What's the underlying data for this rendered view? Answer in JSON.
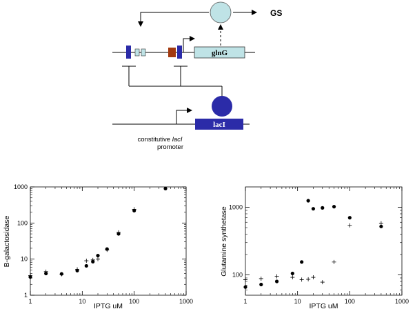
{
  "diagram": {
    "output_label": "GS",
    "gene_label": "glnG",
    "repressor_gene_label": "lacI",
    "promoter_caption_prefix": "constitutive ",
    "promoter_caption_italic": "lacI",
    "promoter_caption_line2": "promoter",
    "colors": {
      "repressor": "#2b2ba8",
      "gene_box": "#bfe3e6",
      "ntrc_protein": "#bfe3e6",
      "operator_small": "#bfe3e6",
      "rbs_red": "#a33a10"
    }
  },
  "chart_data": [
    {
      "type": "scatter",
      "xlabel": "IPTG uM",
      "ylabel": "B-galactosidase",
      "xscale": "log",
      "yscale": "log",
      "xlim": [
        1,
        1000
      ],
      "ylim": [
        1,
        1000
      ],
      "xticks": [
        "1",
        "10",
        "100",
        "1000"
      ],
      "yticks": [
        "1",
        "10",
        "100",
        "1000"
      ],
      "series": [
        {
          "marker": "dot",
          "x": [
            1,
            2,
            4,
            8,
            12,
            16,
            20,
            30,
            50,
            100,
            400
          ],
          "y": [
            3.2,
            4.0,
            3.9,
            4.8,
            6.5,
            8.5,
            12.5,
            19,
            50,
            220,
            900
          ]
        },
        {
          "marker": "plus",
          "x": [
            1,
            2,
            4,
            8,
            12,
            16,
            20,
            30,
            50,
            100
          ],
          "y": [
            3.5,
            4.5,
            3.8,
            5.2,
            9.0,
            9.5,
            10,
            18,
            55,
            240
          ]
        }
      ]
    },
    {
      "type": "scatter",
      "xlabel": "IPTG uM",
      "ylabel": "Glutamine synthetase",
      "xscale": "log",
      "yscale": "log",
      "xlim": [
        1,
        1000
      ],
      "ylim": [
        50,
        2000
      ],
      "xticks": [
        "1",
        "10",
        "100",
        "1000"
      ],
      "yticks": [
        "100",
        "1000"
      ],
      "series": [
        {
          "marker": "dot",
          "x": [
            1,
            2,
            4,
            8,
            12,
            16,
            20,
            30,
            50,
            100,
            400
          ],
          "y": [
            66,
            72,
            80,
            105,
            155,
            1250,
            950,
            980,
            1020,
            700,
            520
          ]
        },
        {
          "marker": "plus",
          "x": [
            1,
            2,
            4,
            8,
            12,
            16,
            20,
            30,
            50,
            100,
            400
          ],
          "y": [
            85,
            88,
            95,
            92,
            85,
            86,
            92,
            78,
            155,
            540,
            580
          ]
        }
      ]
    }
  ]
}
